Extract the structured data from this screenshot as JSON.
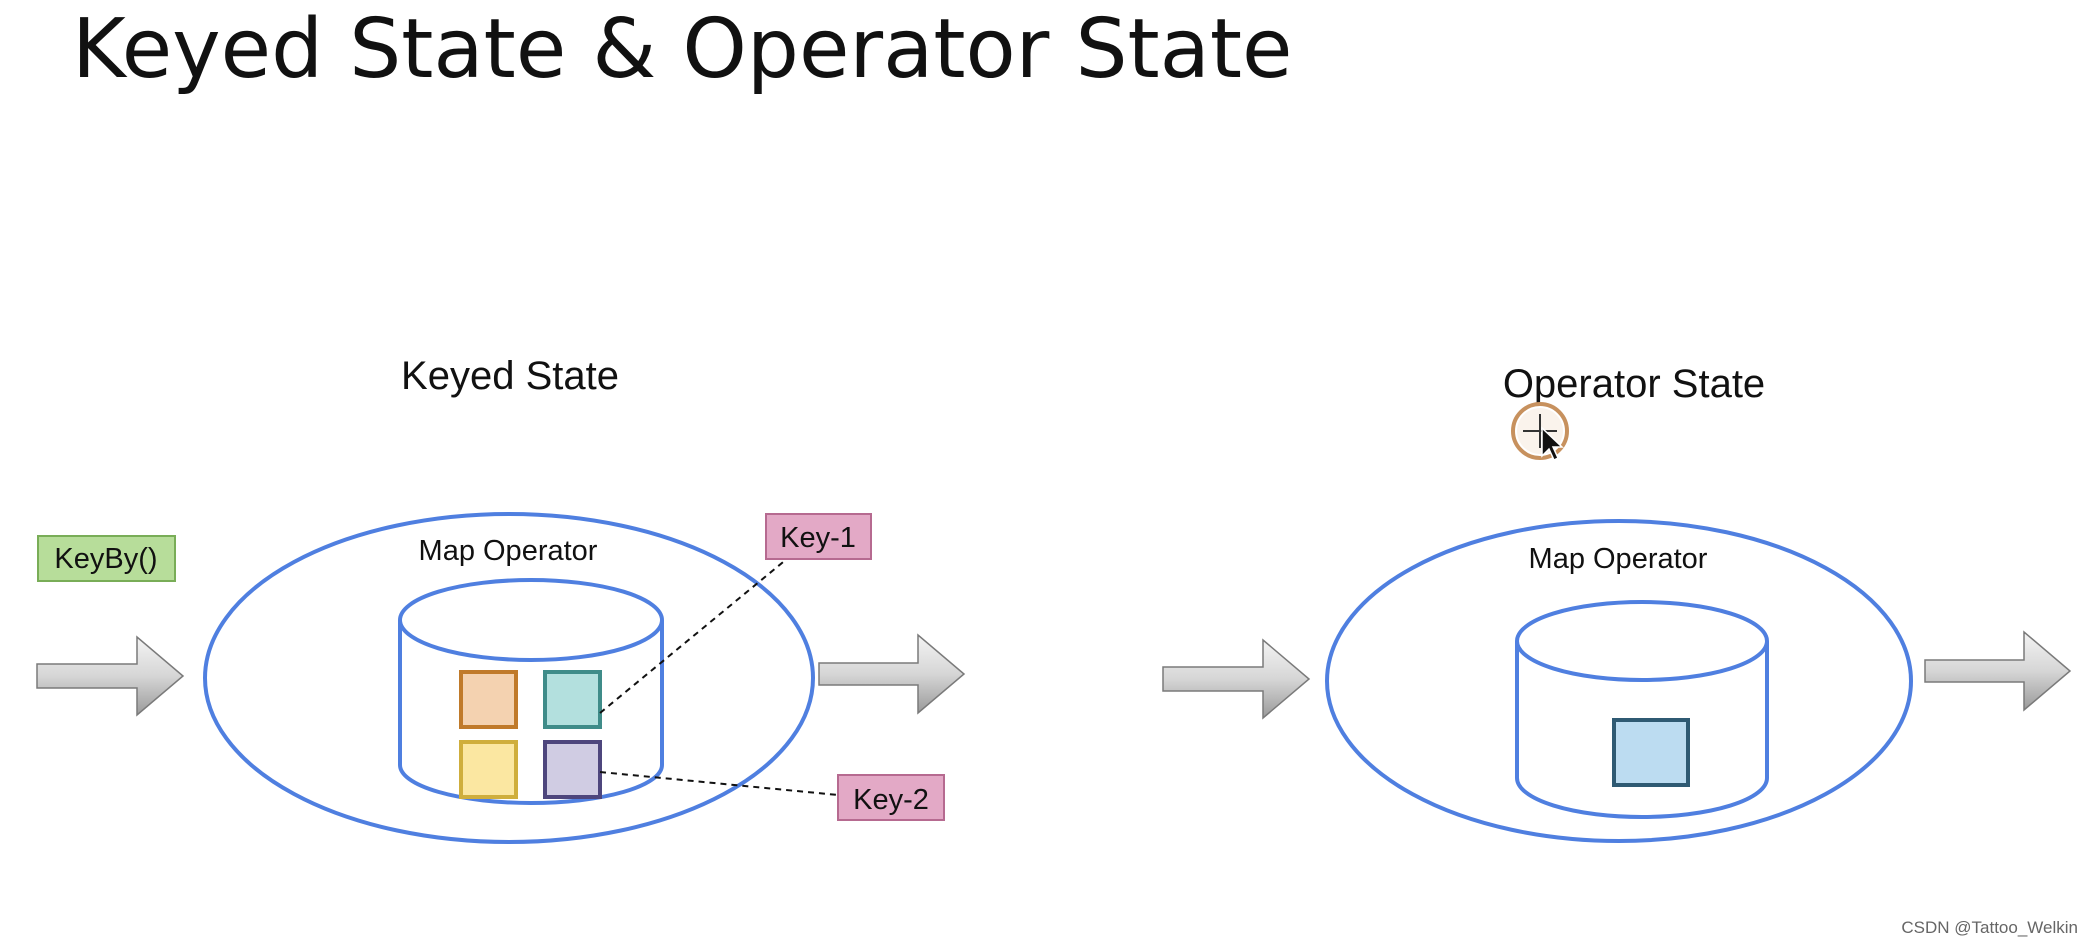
{
  "title": "Keyed State & Operator State",
  "keyed": {
    "heading": "Keyed State",
    "operator_label": "Map Operator",
    "keyby_label": "KeyBy()",
    "key1_label": "Key-1",
    "key2_label": "Key-2"
  },
  "operator": {
    "heading": "Operator State",
    "operator_label": "Map Operator"
  },
  "watermark": "CSDN @Tattoo_Welkin",
  "colors": {
    "ellipse_stroke": "#4f7fe0",
    "keyby_fill": "#b7dd9a",
    "keyby_stroke": "#79ad57",
    "key_fill": "#e3a9c6",
    "key_stroke": "#b66a90",
    "state_orange": "#f4d2b0",
    "state_orange_stroke": "#c07a2a",
    "state_teal": "#b3e0de",
    "state_teal_stroke": "#3f8c89",
    "state_yellow": "#fbe7a1",
    "state_yellow_stroke": "#cfae3c",
    "state_purple": "#d0cce3",
    "state_purple_stroke": "#4e467d",
    "state_blue": "#bcdcf1",
    "state_blue_stroke": "#2f5a73"
  }
}
